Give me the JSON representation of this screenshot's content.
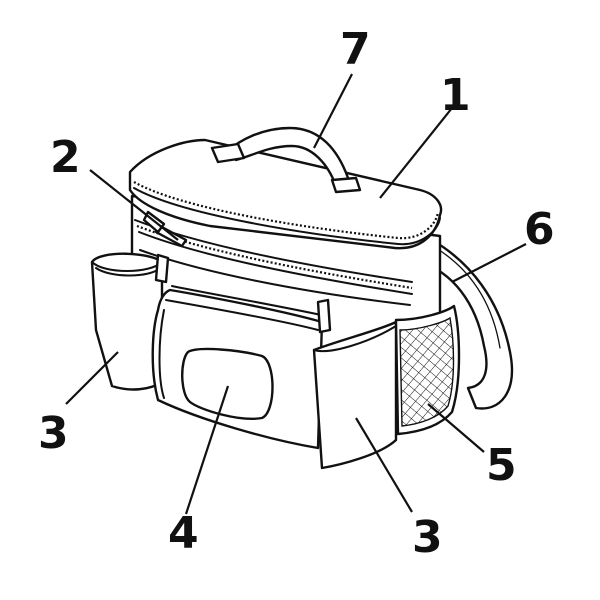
{
  "colors": {
    "line": "#111111",
    "background": "#ffffff",
    "mesh": "#111111"
  },
  "callouts": {
    "c1": "1",
    "c2": "2",
    "c3_left": "3",
    "c3_right": "3",
    "c4": "4",
    "c5": "5",
    "c6": "6",
    "c7": "7"
  }
}
